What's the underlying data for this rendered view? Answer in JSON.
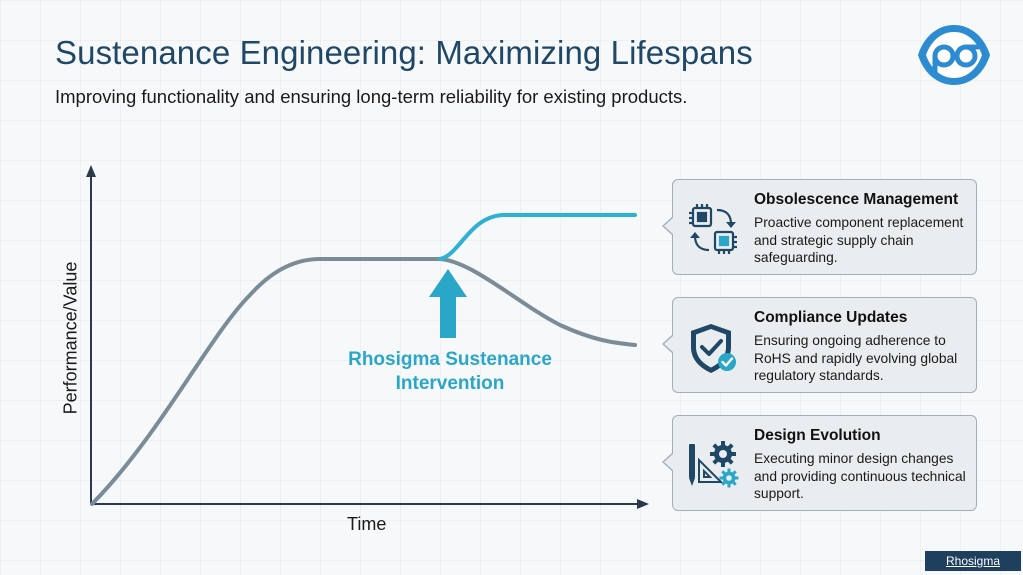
{
  "header": {
    "title": "Sustenance Engineering: Maximizing Lifespans",
    "subtitle": "Improving functionality and ensuring long-term reliability for existing products."
  },
  "logo": {
    "icon": "rhosigma-logo-icon"
  },
  "diagram": {
    "y_axis_label": "Performance/Value",
    "x_axis_label": "Time",
    "intervention_label_line1": "Rhosigma Sustenance",
    "intervention_label_line2": "Intervention",
    "colors": {
      "baseline_curve": "#7b8c99",
      "sustained_curve": "#2fb1d3",
      "arrow": "#2aa6c8",
      "axes": "#2b3a4a"
    }
  },
  "cards": [
    {
      "title": "Obsolescence Management",
      "body": "Proactive component replacement and strategic supply chain safeguarding.",
      "icon": "chip-swap-icon"
    },
    {
      "title": "Compliance Updates",
      "body": "Ensuring ongoing adherence to RoHS and rapidly evolving global regulatory standards.",
      "icon": "shield-check-icon"
    },
    {
      "title": "Design Evolution",
      "body": "Executing minor design changes and providing continuous technical support.",
      "icon": "design-tools-icon"
    }
  ],
  "footer": {
    "brand_label": "Rhosigma"
  }
}
